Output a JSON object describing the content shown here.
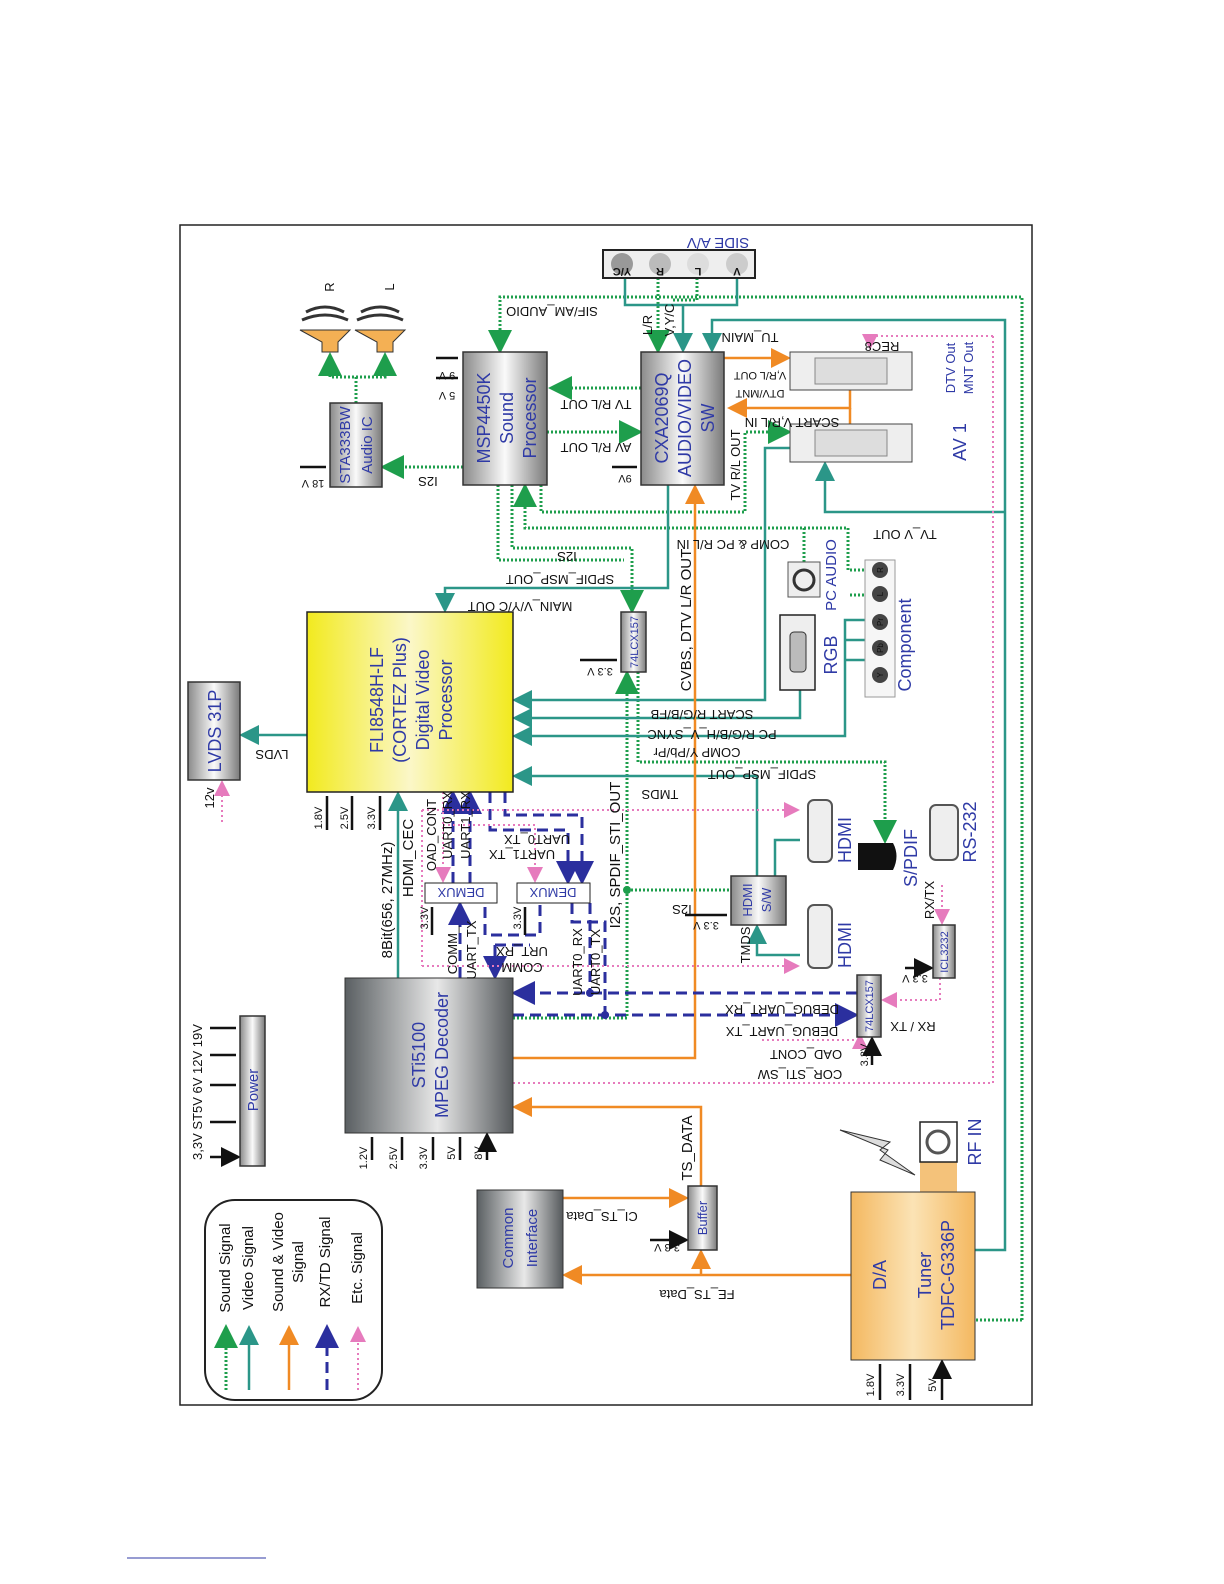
{
  "colors": {
    "sound": "#1e9e4c",
    "video": "#2b9688",
    "sound_video": "#f08a24",
    "rxtd": "#2b2f9e",
    "etc": "#e67bbd",
    "processor": "#f2ea1e",
    "tuner": "#f4c27a",
    "chip_text": "#2f3aa6"
  },
  "blocks": {
    "sta": [
      "STA333BW",
      "Audio IC"
    ],
    "msp": [
      "MSP4450K",
      "Sound",
      "Processor"
    ],
    "cxa": [
      "CXA2069Q",
      "AUDIO/VIDEO",
      "SW"
    ],
    "fli": [
      "FLI8548H-LF",
      "(CORTEZ Plus)",
      "Digital Video",
      "Processor"
    ],
    "lvds": "LVDS 31P",
    "lcx_top": "74LCX157",
    "lcx_bottom": "74LCX157",
    "demux1": "DEMUX",
    "demux2": "DEMUX",
    "hdmi_sw": [
      "HDMI",
      "S/W"
    ],
    "icl": "ICL3232",
    "sti": [
      "STi5100",
      "MPEG Decoder"
    ],
    "power": "Power",
    "ci": [
      "Common",
      "Interface"
    ],
    "buffer": "Buffer",
    "tuner": [
      "D/A",
      "Tuner",
      "TDFC-G336P"
    ]
  },
  "connectors": {
    "side_av": "SIDE A/V",
    "side_av_jacks": [
      "Y/C",
      "R",
      "L",
      "V"
    ],
    "dtv_out": [
      "DTV Out",
      "MNT Out"
    ],
    "av1": "AV 1",
    "pc_audio": "PC AUDIO",
    "rgb": "RGB",
    "component": "Component",
    "component_jacks": [
      "Y",
      "Pb",
      "Pr",
      "L",
      "R"
    ],
    "hdmi1": "HDMI",
    "hdmi2": "HDMI",
    "spdif": "S/PDIF",
    "rs232": "RS-232",
    "rf_in": "RF IN",
    "speaker_r": "R",
    "speaker_l": "L"
  },
  "signals": {
    "sif": "SIF/AM_AUDIO",
    "tu_main": "TU_MAIN",
    "rec8": "REC8",
    "lr": "L/R",
    "vyc": "V,Y/C",
    "tv_rl_out": "TV R/L OUT",
    "av_rl_out": "AV R/L OUT",
    "dtvmnt": "DTV/MNT",
    "vrl_out": "V,R/L OUT",
    "scart_in": "SCART V,R/L IN",
    "tvrlout": "TV R/L OUT",
    "tvv_out": "TV_V OUT",
    "comp_pc": "COMP & PC R/L IN",
    "i2s_a": "I2S",
    "spdif_msp": "SPDIF_MSP_OUT",
    "main_vyc": "MAIN_V/Y/C OUT",
    "i2s_sta": "I2S",
    "cvbs": "CVBS, DTV L/R OUT",
    "scart_rgb": "SCART R/G/B/FB",
    "pc_rgb": "PC R/G/B/H_V_SYNC",
    "comp_ypbpr": "COMP Y/Pb/Pr",
    "spdif_msp2": "SPDIF_MSP_OUT",
    "tmds": "TMDS",
    "lvds": "LVDS",
    "bit8": "8Bit(656, 27MHz)",
    "hdmi_cec": "HDMI_CEC",
    "oad_cont": "OAD_CONT",
    "uart0_rx": "UART0_RX",
    "uart1_rx": "UART1_RX",
    "uart0_tx": "UART0_TX",
    "uart1_tx": "UART1_TX",
    "i2s_spdif": "I2S, SPDIF_STI_OUT",
    "comm_": "COMM_",
    "uart_tx": "UART_TX",
    "comm": "COMM",
    "urt_rx": "URT_RX",
    "uart0_rx2": "UART0_RX",
    "uart0_tx2": "UART0_TX",
    "i2s_hdmi": "I2S",
    "tmds2": "TMDS",
    "rxtx": "RX/TX",
    "debug_rx": "DEBUG_UART_RX",
    "debug_tx": "DEBUG_UART_TX",
    "rx_tx": "RX / TX",
    "oad_cont2": "OAD_CONT",
    "cor_sti": "COR_STI_SW",
    "ts_data": "TS_DATA",
    "ci_ts": "CI_TS_Data",
    "fe_ts": "FE_TS_Data"
  },
  "voltages": {
    "sta": "18 V",
    "msp9": "9 V",
    "msp5": "5 V",
    "cxa": "9V",
    "lcx_top": "3.3 V",
    "lvds": "12v",
    "fli": [
      "1.8V",
      "2.5V",
      "3.3V"
    ],
    "demux1": "3.3V",
    "demux2": "3.3V",
    "hdmi_sw": "3.3 V",
    "icl": "3.3 V",
    "lcx_bottom": "3.3V",
    "sti": [
      "1.2V",
      "2.5V",
      "3.3V",
      "5V",
      "8V"
    ],
    "power": "3,3V ST5V 6V 12V 19V",
    "buffer": "3.3 V",
    "tuner": [
      "1.8V",
      "3.3V",
      "5V"
    ]
  },
  "legend": {
    "sound": "Sound Signal",
    "video": "Video Signal",
    "sv1": "Sound & Video",
    "sv2": "Signal",
    "rx": "RX/TD Signal",
    "etc": "Etc. Signal"
  }
}
